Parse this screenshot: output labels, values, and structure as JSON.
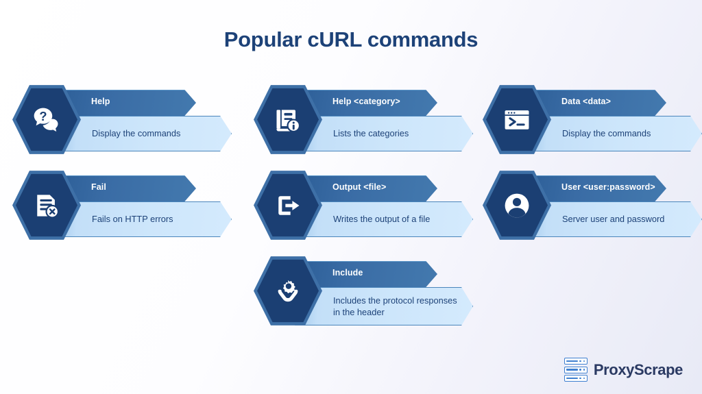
{
  "page": {
    "title": "Popular cURL commands",
    "background_gradient_from": "#ffffff",
    "background_gradient_to": "#e8eaf6",
    "accent_dark": "#1b3f73",
    "accent_mid": "#3a6ca5",
    "accent_light": "#cde6fb"
  },
  "cards": [
    {
      "icon": "question-speech-bubbles-icon",
      "command": "Help",
      "description": "Display the commands"
    },
    {
      "icon": "book-info-icon",
      "command": "Help <category>",
      "description": "Lists the categories"
    },
    {
      "icon": "terminal-window-icon",
      "command": "Data <data>",
      "description": "Display the commands"
    },
    {
      "icon": "document-error-icon",
      "command": "Fail",
      "description": "Fails on HTTP errors"
    },
    {
      "icon": "export-arrow-icon",
      "command": "Output <file>",
      "description": "Writes the output of a file"
    },
    {
      "icon": "user-avatar-icon",
      "command": "User <user:password>",
      "description": "Server user and password"
    },
    {
      "icon": "hands-gear-icon",
      "command": "Include",
      "description": "Includes the protocol responses in the header"
    }
  ],
  "logo": {
    "mark": "server-stack-icon",
    "text": "ProxyScrape",
    "text_color": "#2b3a63",
    "mark_color": "#3e7fd0"
  }
}
